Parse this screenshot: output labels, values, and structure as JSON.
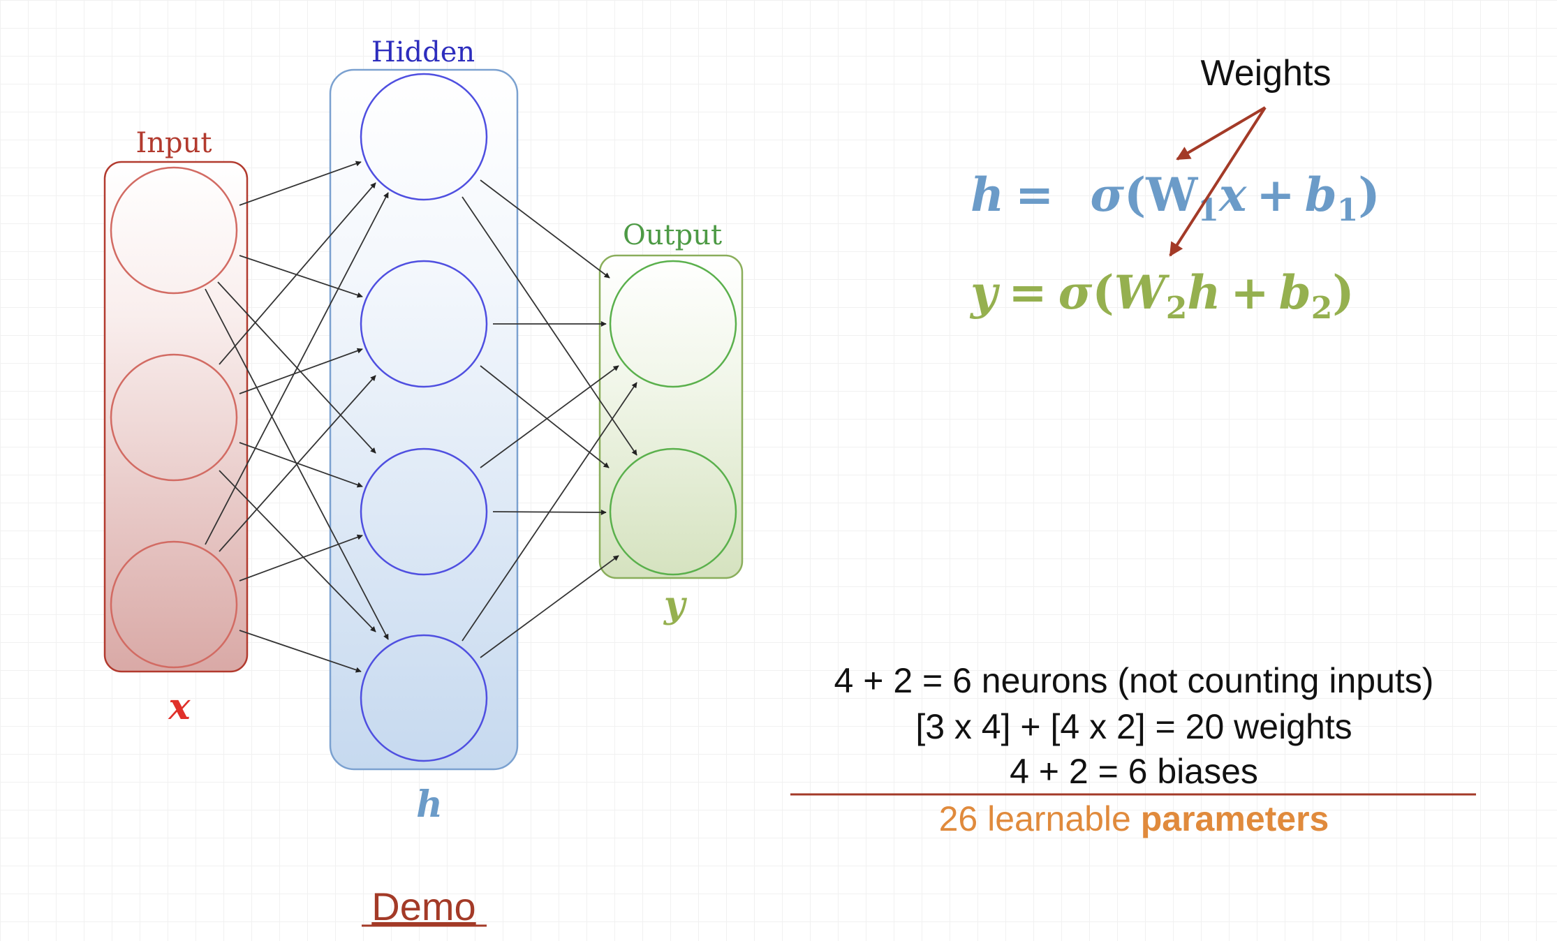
{
  "layers": {
    "input": {
      "label": "Input",
      "var": "x",
      "color": "#b23a2e",
      "var_color": "#e0302a"
    },
    "hidden": {
      "label": "Hidden",
      "var": "h",
      "color": "#2d2dbd",
      "var_color": "#6b9bc8"
    },
    "output": {
      "label": "Output",
      "var": "y",
      "color": "#4d9a45",
      "var_color": "#95b04f"
    }
  },
  "equations": {
    "hidden": {
      "lhs": "h",
      "eq": "=",
      "sigma": "σ",
      "open": "(",
      "W": "W",
      "W_sub": "1",
      "x": "x",
      "plus": "+",
      "b": "b",
      "b_sub": "1",
      "close": ")",
      "color": "#6b9bc8"
    },
    "output": {
      "lhs": "y",
      "eq": "=",
      "sigma": "σ",
      "open": "(",
      "W": "W",
      "W_sub": "2",
      "h": "h",
      "plus": "+",
      "b": "b",
      "b_sub": "2",
      "close": ")",
      "color": "#95b04f"
    }
  },
  "annotation": {
    "text": "Weights",
    "arrow_color": "#a33a27"
  },
  "stats": {
    "neurons": "4 + 2 = 6 neurons (not counting inputs)",
    "weights": "[3 x 4] + [4 x 2] = 20 weights",
    "biases": "4 + 2 = 6 biases",
    "total_prefix": "26 learnable ",
    "total_bold": "parameters",
    "total_color": "#e08a3c",
    "rule_color": "#a33a27"
  },
  "demo_link": {
    "text": "Demo",
    "color": "#a33a27"
  }
}
